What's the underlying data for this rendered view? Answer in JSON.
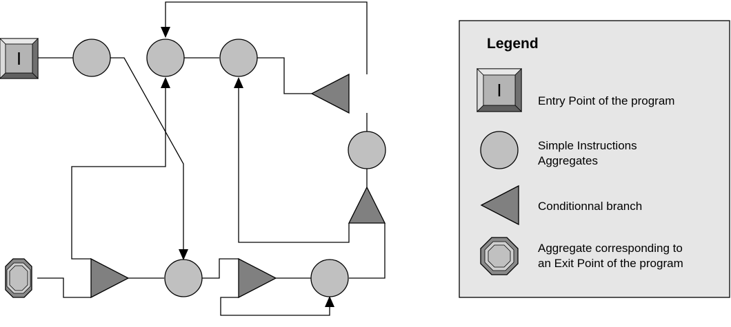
{
  "diagram": {
    "entry_label": "I"
  },
  "legend": {
    "title": "Legend",
    "entry_icon_label": "I",
    "items": [
      {
        "lines": [
          "Entry Point of the program"
        ]
      },
      {
        "lines": [
          "Simple Instructions",
          "Aggregates"
        ]
      },
      {
        "lines": [
          "Conditionnal branch"
        ]
      },
      {
        "lines": [
          "Aggregate corresponding to",
          "an Exit Point of the program"
        ]
      }
    ]
  },
  "colors": {
    "node_fill": "#c0c0c0",
    "branch_fill": "#808080",
    "legend_background": "#e6e6e6",
    "stroke": "#000000"
  }
}
